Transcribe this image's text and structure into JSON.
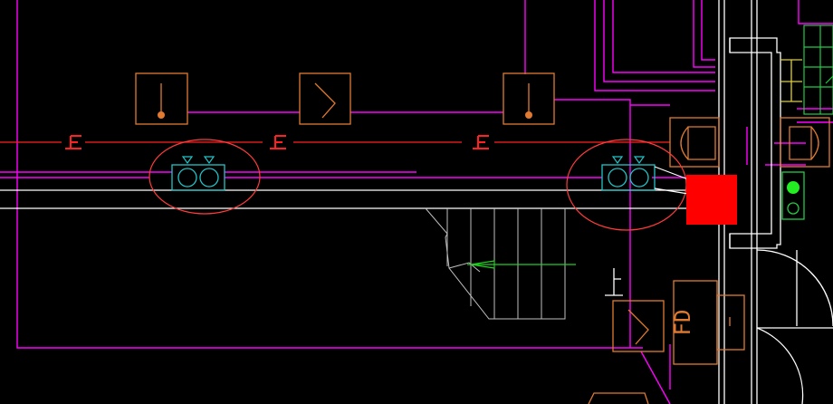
{
  "drawing": {
    "background": "#000000",
    "colors": {
      "wall": "#ffffff",
      "wiring": "#ff00ff",
      "cable": "#ff2020",
      "device": "#e07a30",
      "detector": "#22c4c8",
      "highlight": "#ff3b3b",
      "alarm_box": "#ff0000",
      "panel": "#22cc44",
      "stair_arrow": "#22cc22",
      "stair_lines": "#bfbfbf",
      "yellow_mark": "#e0d020"
    },
    "symbols": {
      "manual_call_point": "manual-call-point",
      "zigzag_module": "control-module",
      "tee_marker": "cable-tee-marker",
      "detector_pair": "smoke-detector-pair",
      "horn": "horn-speaker",
      "alarm_box": "alarm-box",
      "panel": "indicator-panel",
      "fd_box": "fire-damper-box"
    },
    "fd_label": "FD"
  }
}
